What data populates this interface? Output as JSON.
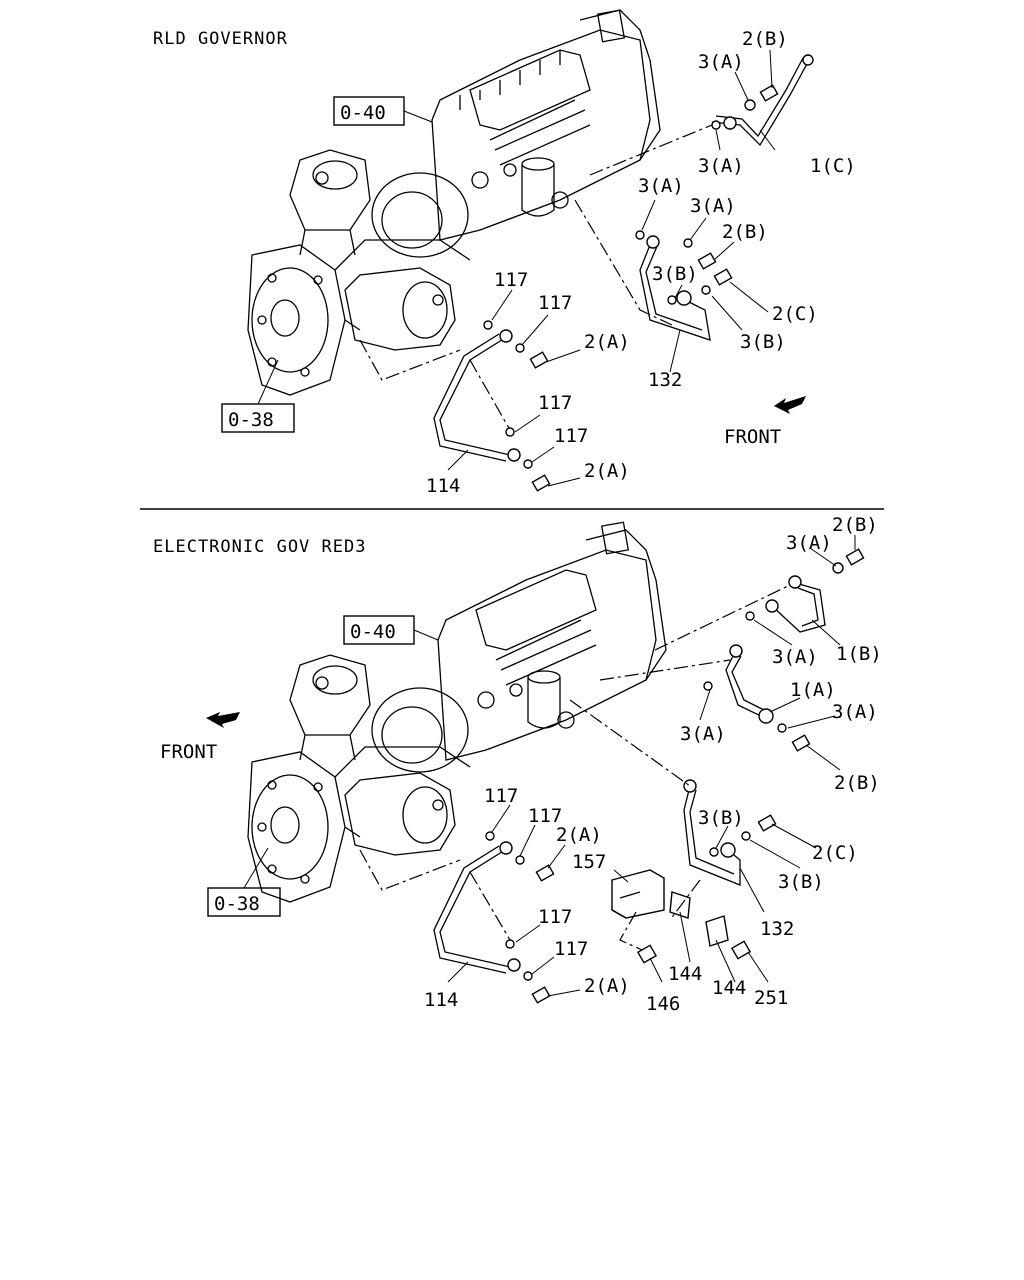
{
  "sections": [
    {
      "title": "RLD GOVERNOR",
      "refs": [
        "0-40",
        "0-38"
      ],
      "front": "FRONT",
      "callouts": [
        "2(B)",
        "3(A)",
        "3(A)",
        "1(C)",
        "3(A)",
        "3(A)",
        "2(B)",
        "3(B)",
        "2(C)",
        "3(B)",
        "132",
        "117",
        "117",
        "2(A)",
        "117",
        "117",
        "2(A)",
        "114"
      ]
    },
    {
      "title": "ELECTRONIC GOV RED3",
      "refs": [
        "0-40",
        "0-38"
      ],
      "front": "FRONT",
      "callouts": [
        "2(B)",
        "3(A)",
        "1(B)",
        "3(A)",
        "1(A)",
        "3(A)",
        "3(A)",
        "2(B)",
        "3(B)",
        "2(C)",
        "3(B)",
        "132",
        "117",
        "117",
        "2(A)",
        "157",
        "144",
        "144",
        "251",
        "146",
        "117",
        "117",
        "2(A)",
        "114"
      ]
    }
  ]
}
